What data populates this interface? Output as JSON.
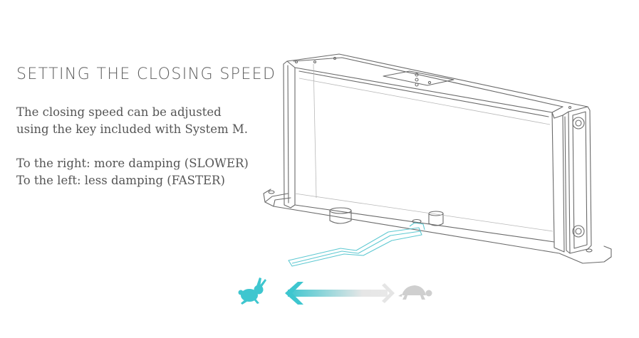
{
  "heading": "SETTING THE CLOSING SPEED",
  "description": {
    "line1": "The closing speed can be adjusted",
    "line2": "using the key included with System M.",
    "line3": "To the right: more damping (SLOWER)",
    "line4": "To the left: less damping (FASTER)"
  },
  "icons": {
    "fast": "rabbit-icon",
    "slow": "turtle-icon",
    "direction": "arrow-left-icon"
  },
  "colors": {
    "accent": "#3ec6cf",
    "muted": "#cfcfcf",
    "text": "#555555"
  }
}
